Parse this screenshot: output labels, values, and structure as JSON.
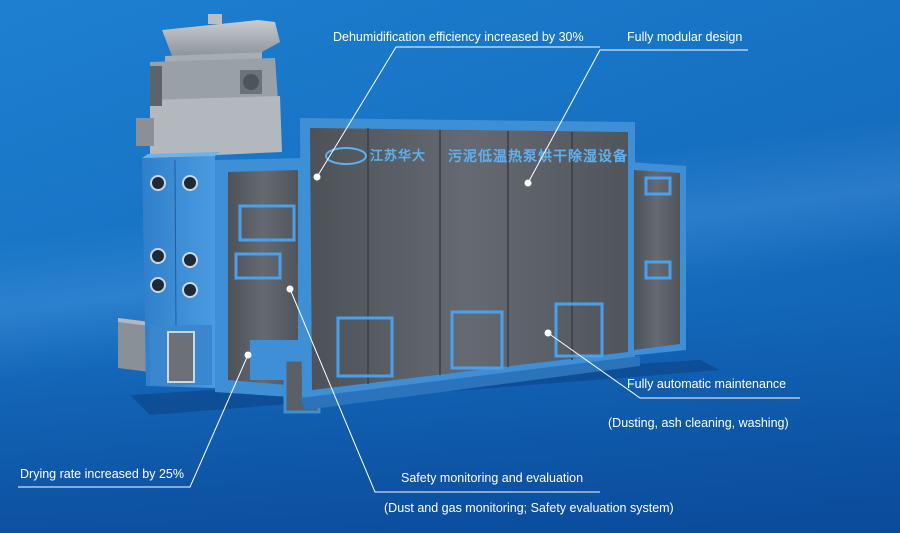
{
  "machine": {
    "panel_text": "污泥低温热泵烘干除湿设备",
    "logo_text": "江苏华大"
  },
  "callouts": {
    "dehumidification": "Dehumidification efficiency increased by 30%",
    "modular": "Fully modular design",
    "maintenance": "Fully automatic maintenance",
    "maintenance_detail": "(Dusting, ash cleaning, washing)",
    "drying_rate": "Drying rate increased by 25%",
    "safety": "Safety monitoring and evaluation",
    "safety_detail": "(Dust and gas monitoring; Safety evaluation system)"
  },
  "colors": {
    "frame_blue": "#3f8fd6",
    "panel_gray": "#5b5f66",
    "background": "#1670c2"
  }
}
